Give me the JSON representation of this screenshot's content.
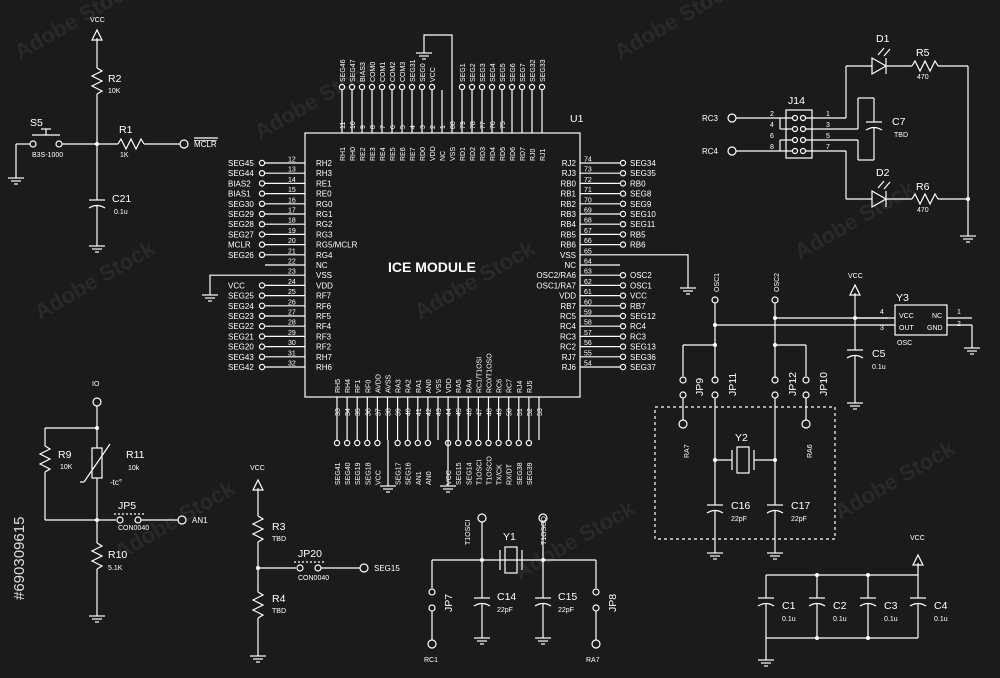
{
  "chip": {
    "ref": "U1",
    "title": "ICE MODULE",
    "left_pins": [
      {
        "num": "12",
        "name": "RH2",
        "net": "SEG45"
      },
      {
        "num": "13",
        "name": "RH3",
        "net": "SEG44"
      },
      {
        "num": "14",
        "name": "RE1",
        "net": "BIAS2"
      },
      {
        "num": "15",
        "name": "RE0",
        "net": "BIAS1"
      },
      {
        "num": "16",
        "name": "RG0",
        "net": "SEG30"
      },
      {
        "num": "17",
        "name": "RG1",
        "net": "SEG29"
      },
      {
        "num": "18",
        "name": "RG2",
        "net": "SEG28"
      },
      {
        "num": "19",
        "name": "RG3",
        "net": "SEG27"
      },
      {
        "num": "20",
        "name": "RG5/MCLR",
        "net": "MCLR"
      },
      {
        "num": "21",
        "name": "RG4",
        "net": "SEG26"
      },
      {
        "num": "22",
        "name": "NC",
        "net": ""
      },
      {
        "num": "23",
        "name": "VSS",
        "net": ""
      },
      {
        "num": "24",
        "name": "VDD",
        "net": "VCC"
      },
      {
        "num": "25",
        "name": "RF7",
        "net": "SEG25"
      },
      {
        "num": "26",
        "name": "RF6",
        "net": "SEG24"
      },
      {
        "num": "27",
        "name": "RF5",
        "net": "SEG23"
      },
      {
        "num": "28",
        "name": "RF4",
        "net": "SEG22"
      },
      {
        "num": "29",
        "name": "RF3",
        "net": "SEG21"
      },
      {
        "num": "30",
        "name": "RF2",
        "net": "SEG20"
      },
      {
        "num": "31",
        "name": "RH7",
        "net": "SEG43"
      },
      {
        "num": "32",
        "name": "RH6",
        "net": "SEG42"
      }
    ],
    "right_pins": [
      {
        "num": "74",
        "name": "RJ2",
        "net": "SEG34"
      },
      {
        "num": "73",
        "name": "RJ3",
        "net": "SEG35"
      },
      {
        "num": "72",
        "name": "RB0",
        "net": "RB0"
      },
      {
        "num": "71",
        "name": "RB1",
        "net": "SEG8"
      },
      {
        "num": "70",
        "name": "RB2",
        "net": "SEG9"
      },
      {
        "num": "69",
        "name": "RB3",
        "net": "SEG10"
      },
      {
        "num": "68",
        "name": "RB4",
        "net": "SEG11"
      },
      {
        "num": "67",
        "name": "RB5",
        "net": "RB5"
      },
      {
        "num": "66",
        "name": "RB6",
        "net": "RB6"
      },
      {
        "num": "65",
        "name": "VSS",
        "net": ""
      },
      {
        "num": "64",
        "name": "NC",
        "net": ""
      },
      {
        "num": "63",
        "name": "OSC2/RA6",
        "net": "OSC2"
      },
      {
        "num": "62",
        "name": "OSC1/RA7",
        "net": "OSC1"
      },
      {
        "num": "61",
        "name": "VDD",
        "net": "VCC"
      },
      {
        "num": "60",
        "name": "RB7",
        "net": "RB7"
      },
      {
        "num": "59",
        "name": "RC5",
        "net": "SEG12"
      },
      {
        "num": "58",
        "name": "RC4",
        "net": "RC4"
      },
      {
        "num": "57",
        "name": "RC3",
        "net": "RC3"
      },
      {
        "num": "56",
        "name": "RC2",
        "net": "SEG13"
      },
      {
        "num": "55",
        "name": "RJ7",
        "net": "SEG36"
      },
      {
        "num": "54",
        "name": "RJ6",
        "net": "SEG37"
      }
    ],
    "top_pins": [
      {
        "num": "11",
        "name": "RH1",
        "net": "SEG46"
      },
      {
        "num": "10",
        "name": "RH0",
        "net": "SEG47"
      },
      {
        "num": "9",
        "name": "RE2",
        "net": "BIAS3"
      },
      {
        "num": "8",
        "name": "RE3",
        "net": "COM0"
      },
      {
        "num": "7",
        "name": "RE4",
        "net": "COM1"
      },
      {
        "num": "6",
        "name": "RE5",
        "net": "COM2"
      },
      {
        "num": "5",
        "name": "RE6",
        "net": "COM3"
      },
      {
        "num": "4",
        "name": "RE7",
        "net": "SEG31"
      },
      {
        "num": "3",
        "name": "RD0",
        "net": "SEG0"
      },
      {
        "num": "2",
        "name": "VDD",
        "net": "VCC"
      },
      {
        "num": "1",
        "name": "NC",
        "net": ""
      },
      {
        "num": "80",
        "name": "VSS",
        "net": ""
      },
      {
        "num": "79",
        "name": "RD1",
        "net": "SEG1"
      },
      {
        "num": "78",
        "name": "RD2",
        "net": "SEG2"
      },
      {
        "num": "77",
        "name": "RD3",
        "net": "SEG3"
      },
      {
        "num": "76",
        "name": "RD4",
        "net": "SEG4"
      },
      {
        "num": "75",
        "name": "RD5",
        "net": "SEG5"
      },
      {
        "num": "",
        "name": "RD6",
        "net": "SEG6"
      },
      {
        "num": "",
        "name": "RD7",
        "net": "SEG7"
      },
      {
        "num": "",
        "name": "RJ0",
        "net": "SEG32"
      },
      {
        "num": "",
        "name": "RJ1",
        "net": "SEG33"
      }
    ],
    "bottom_pins": [
      {
        "num": "33",
        "name": "RH5",
        "net": "SEG41"
      },
      {
        "num": "34",
        "name": "RH4",
        "net": "SEG40"
      },
      {
        "num": "35",
        "name": "RF1",
        "net": "SEG19"
      },
      {
        "num": "36",
        "name": "RF0",
        "net": "SEG18"
      },
      {
        "num": "37",
        "name": "AVDD",
        "net": "VCC"
      },
      {
        "num": "38",
        "name": "AVSS",
        "net": ""
      },
      {
        "num": "39",
        "name": "RA3",
        "net": "SEG17"
      },
      {
        "num": "40",
        "name": "RA2",
        "net": "SEG16"
      },
      {
        "num": "41",
        "name": "RA1",
        "net": "AN1"
      },
      {
        "num": "42",
        "name": "AN0",
        "net": "AN0"
      },
      {
        "num": "43",
        "name": "VSS",
        "net": ""
      },
      {
        "num": "44",
        "name": "VDD",
        "net": "VCC"
      },
      {
        "num": "45",
        "name": "RA5",
        "net": "SEG15"
      },
      {
        "num": "46",
        "name": "RA4",
        "net": "SEG14"
      },
      {
        "num": "47",
        "name": "RC1/T1OSI",
        "net": "T1OSCI"
      },
      {
        "num": "48",
        "name": "RC0/T1OSO",
        "net": "T1OSCO"
      },
      {
        "num": "49",
        "name": "RC6",
        "net": "TX/CK"
      },
      {
        "num": "50",
        "name": "RC7",
        "net": "RX/DT"
      },
      {
        "num": "51",
        "name": "RJ4",
        "net": "SEG38"
      },
      {
        "num": "52",
        "name": "RJ5",
        "net": "SEG39"
      },
      {
        "num": "53",
        "name": "",
        "net": ""
      }
    ]
  },
  "labels": {
    "vcc": "VCC",
    "s5": "S5",
    "s5_part": "B3S-1000",
    "r2": "R2",
    "r2_val": "10K",
    "r1": "R1",
    "r1_val": "1K",
    "mclr": "MCLR",
    "c21": "C21",
    "c21_val": "0.1u",
    "io": "IO",
    "r9": "R9",
    "r9_val": "10K",
    "r11": "R11",
    "r11_val": "10k",
    "tc": "-tc°",
    "jp5": "JP5",
    "jp5_part": "CON0040",
    "an1": "AN1",
    "r10": "R10",
    "r10_val": "5.1K",
    "r3": "R3",
    "r3_val": "TBD",
    "jp20": "JP20",
    "jp20_part": "CON0040",
    "seg15": "SEG15",
    "r4": "R4",
    "r4_val": "TBD",
    "t1osci": "T1OSCI",
    "t1osco": "T1OSCO",
    "y1": "Y1",
    "c14": "C14",
    "c14_val": "22pF",
    "c15": "C15",
    "c15_val": "22pF",
    "jp7": "JP7",
    "jp8": "JP8",
    "rc1": "RC1",
    "ra7": "RA7",
    "ra6": "RA6",
    "d1": "D1",
    "d2": "D2",
    "r5": "R5",
    "r5_val": "470",
    "r6": "R6",
    "r6_val": "470",
    "j14": "J14",
    "rc3": "RC3",
    "rc4": "RC4",
    "c7": "C7",
    "c7_val": "TBD",
    "osc1": "OSC1",
    "osc2": "OSC2",
    "y3": "Y3",
    "y3_vcc": "VCC",
    "y3_nc": "NC",
    "y3_out": "OUT",
    "y3_gnd": "GND",
    "y3_osc": "OSC",
    "c5": "C5",
    "c5_val": "0.1u",
    "jp9": "JP9",
    "jp10": "JP10",
    "jp11": "JP11",
    "jp12": "JP12",
    "y2": "Y2",
    "c16": "C16",
    "c16_val": "22pF",
    "c17": "C17",
    "c17_val": "22pF",
    "c1": "C1",
    "c2": "C2",
    "c3": "C3",
    "c4": "C4",
    "cap_val": "0.1u",
    "watermark": "Adobe Stock",
    "stock_id": "#690309615"
  }
}
